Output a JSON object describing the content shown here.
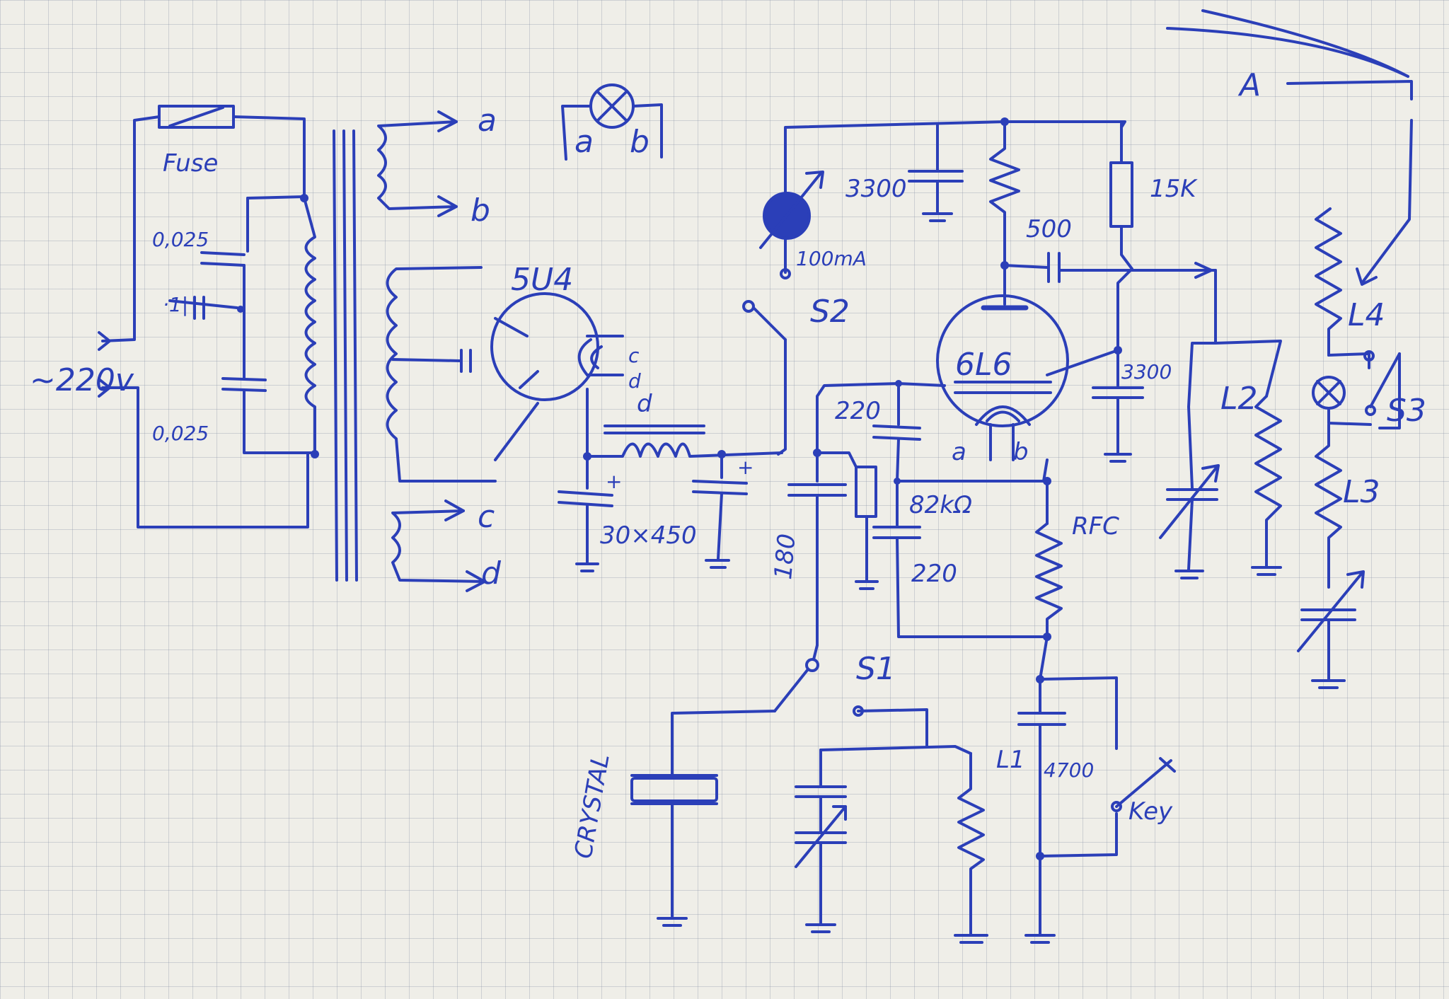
{
  "labels": {
    "fuse": "Fuse",
    "mains": "~220v",
    "cap_top": "0,025",
    "cap_mid": "·1|",
    "cap_bottom": "0,025",
    "sec_a": "a",
    "sec_b": "b",
    "sec_c": "c",
    "sec_d": "d",
    "lamp_a": "a",
    "lamp_b": "b",
    "rect_tube": "5U4",
    "rect_c": "c",
    "rect_d": "d",
    "choke": "d",
    "filter_caps": "30×450",
    "meter_cap": "3300",
    "meter": "100mA",
    "s2": "S2",
    "r15k": "15K",
    "c500": "500",
    "c3300b": "3300",
    "tube": "6L6",
    "tube_a": "a",
    "tube_b": "b",
    "c220a": "220",
    "r82k": "82kΩ",
    "c220b": "220",
    "c180": "180",
    "rfc": "RFC",
    "s1": "S1",
    "crystal": "CRYSTAL",
    "l1": "L1",
    "c4700": "4700",
    "key": "Key",
    "l2": "L2",
    "antenna": "A",
    "l4": "L4",
    "s3": "S3",
    "l3": "L3"
  }
}
